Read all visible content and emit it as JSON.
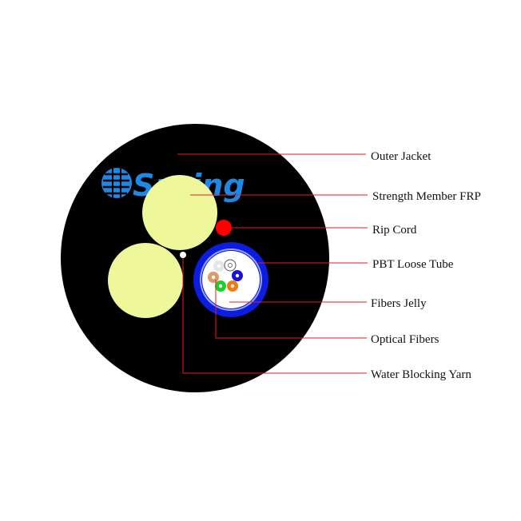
{
  "logo": {
    "text": "Spring",
    "color": "#1e88e5"
  },
  "colors": {
    "jacket": "#000000",
    "frp": "#eef89a",
    "rip_cord": "#ff0000",
    "tube": "#0d1de0",
    "jelly": "#ffffff",
    "yarn": "#ffffff",
    "leader": "#e41e26"
  },
  "fibers": [
    {
      "color": "#e6e6e6"
    },
    {
      "color": "#ffffff"
    },
    {
      "color": "#d99a6c"
    },
    {
      "color": "#1a10d8"
    },
    {
      "color": "#19d12b"
    },
    {
      "color": "#f07b14"
    }
  ],
  "labels": {
    "outer_jacket": "Outer Jacket",
    "strength_member": "Strength Member FRP",
    "rip_cord": "Rip Cord",
    "loose_tube": "PBT Loose Tube",
    "fibers_jelly": "Fibers Jelly",
    "optical_fibers": "Optical Fibers",
    "water_blocking_yarn": "Water Blocking Yarn"
  }
}
